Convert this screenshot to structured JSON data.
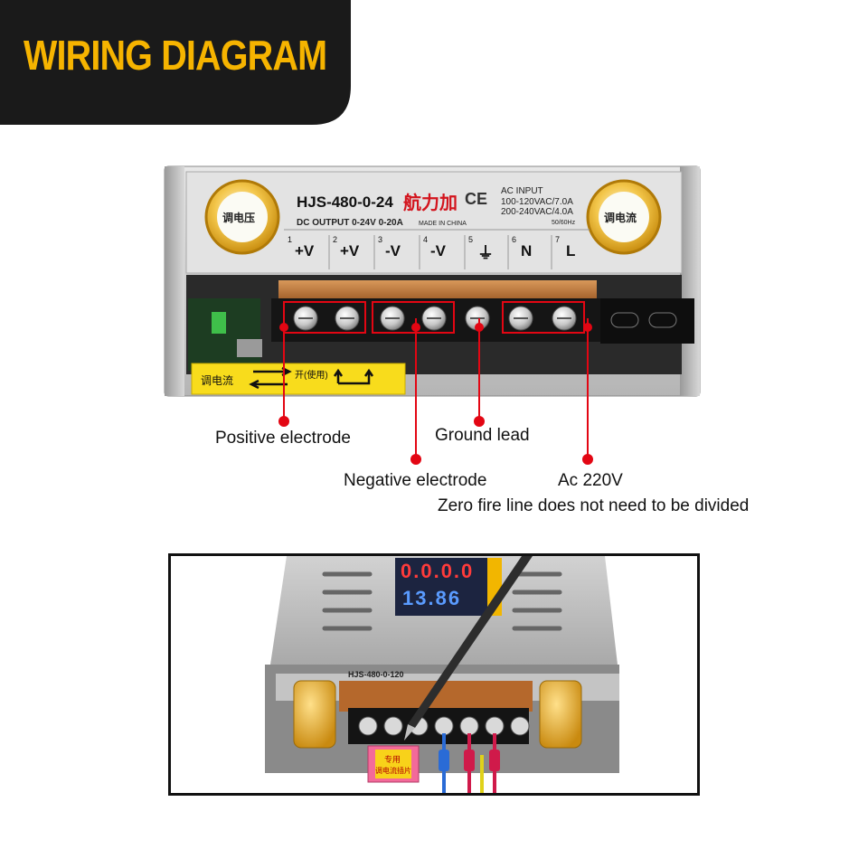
{
  "banner": {
    "title": "WIRING DIAGRAM"
  },
  "psu": {
    "model": "HJS-480-0-24",
    "brand": "航力加",
    "ce_mark": "CE",
    "dc_output": "DC OUTPUT  0-24V  0-20A",
    "made_in": "MADE IN CHINA",
    "ac_input_title": "AC INPUT",
    "ac_input_line1": "100-120VAC/7.0A",
    "ac_input_line2": "200-240VAC/4.0A",
    "frequency": "50/60Hz",
    "knob_left": "调电压",
    "knob_right": "调电流",
    "sticker_left": "调电流",
    "sticker_right": "开(使用)",
    "terminals": [
      {
        "num": "1",
        "sym": "+V"
      },
      {
        "num": "2",
        "sym": "+V"
      },
      {
        "num": "3",
        "sym": "-V"
      },
      {
        "num": "4",
        "sym": "-V"
      },
      {
        "num": "5",
        "sym": "⏚"
      },
      {
        "num": "6",
        "sym": "N"
      },
      {
        "num": "7",
        "sym": "L"
      }
    ]
  },
  "callouts": {
    "positive": "Positive electrode",
    "ground": "Ground lead",
    "negative": "Negative electrode",
    "ac": "Ac 220V",
    "ac_note": "Zero fire line does not need to be divided"
  },
  "photo": {
    "display_top": "0.0.0.0",
    "display_bottom": "13.86",
    "model_label": "HJS-480-0-120",
    "tag_line1": "专用",
    "tag_line2": "调电流插片"
  },
  "colors": {
    "accent": "#f6b400",
    "callout_red": "#e30613",
    "banner_bg": "#1a1a1a"
  }
}
